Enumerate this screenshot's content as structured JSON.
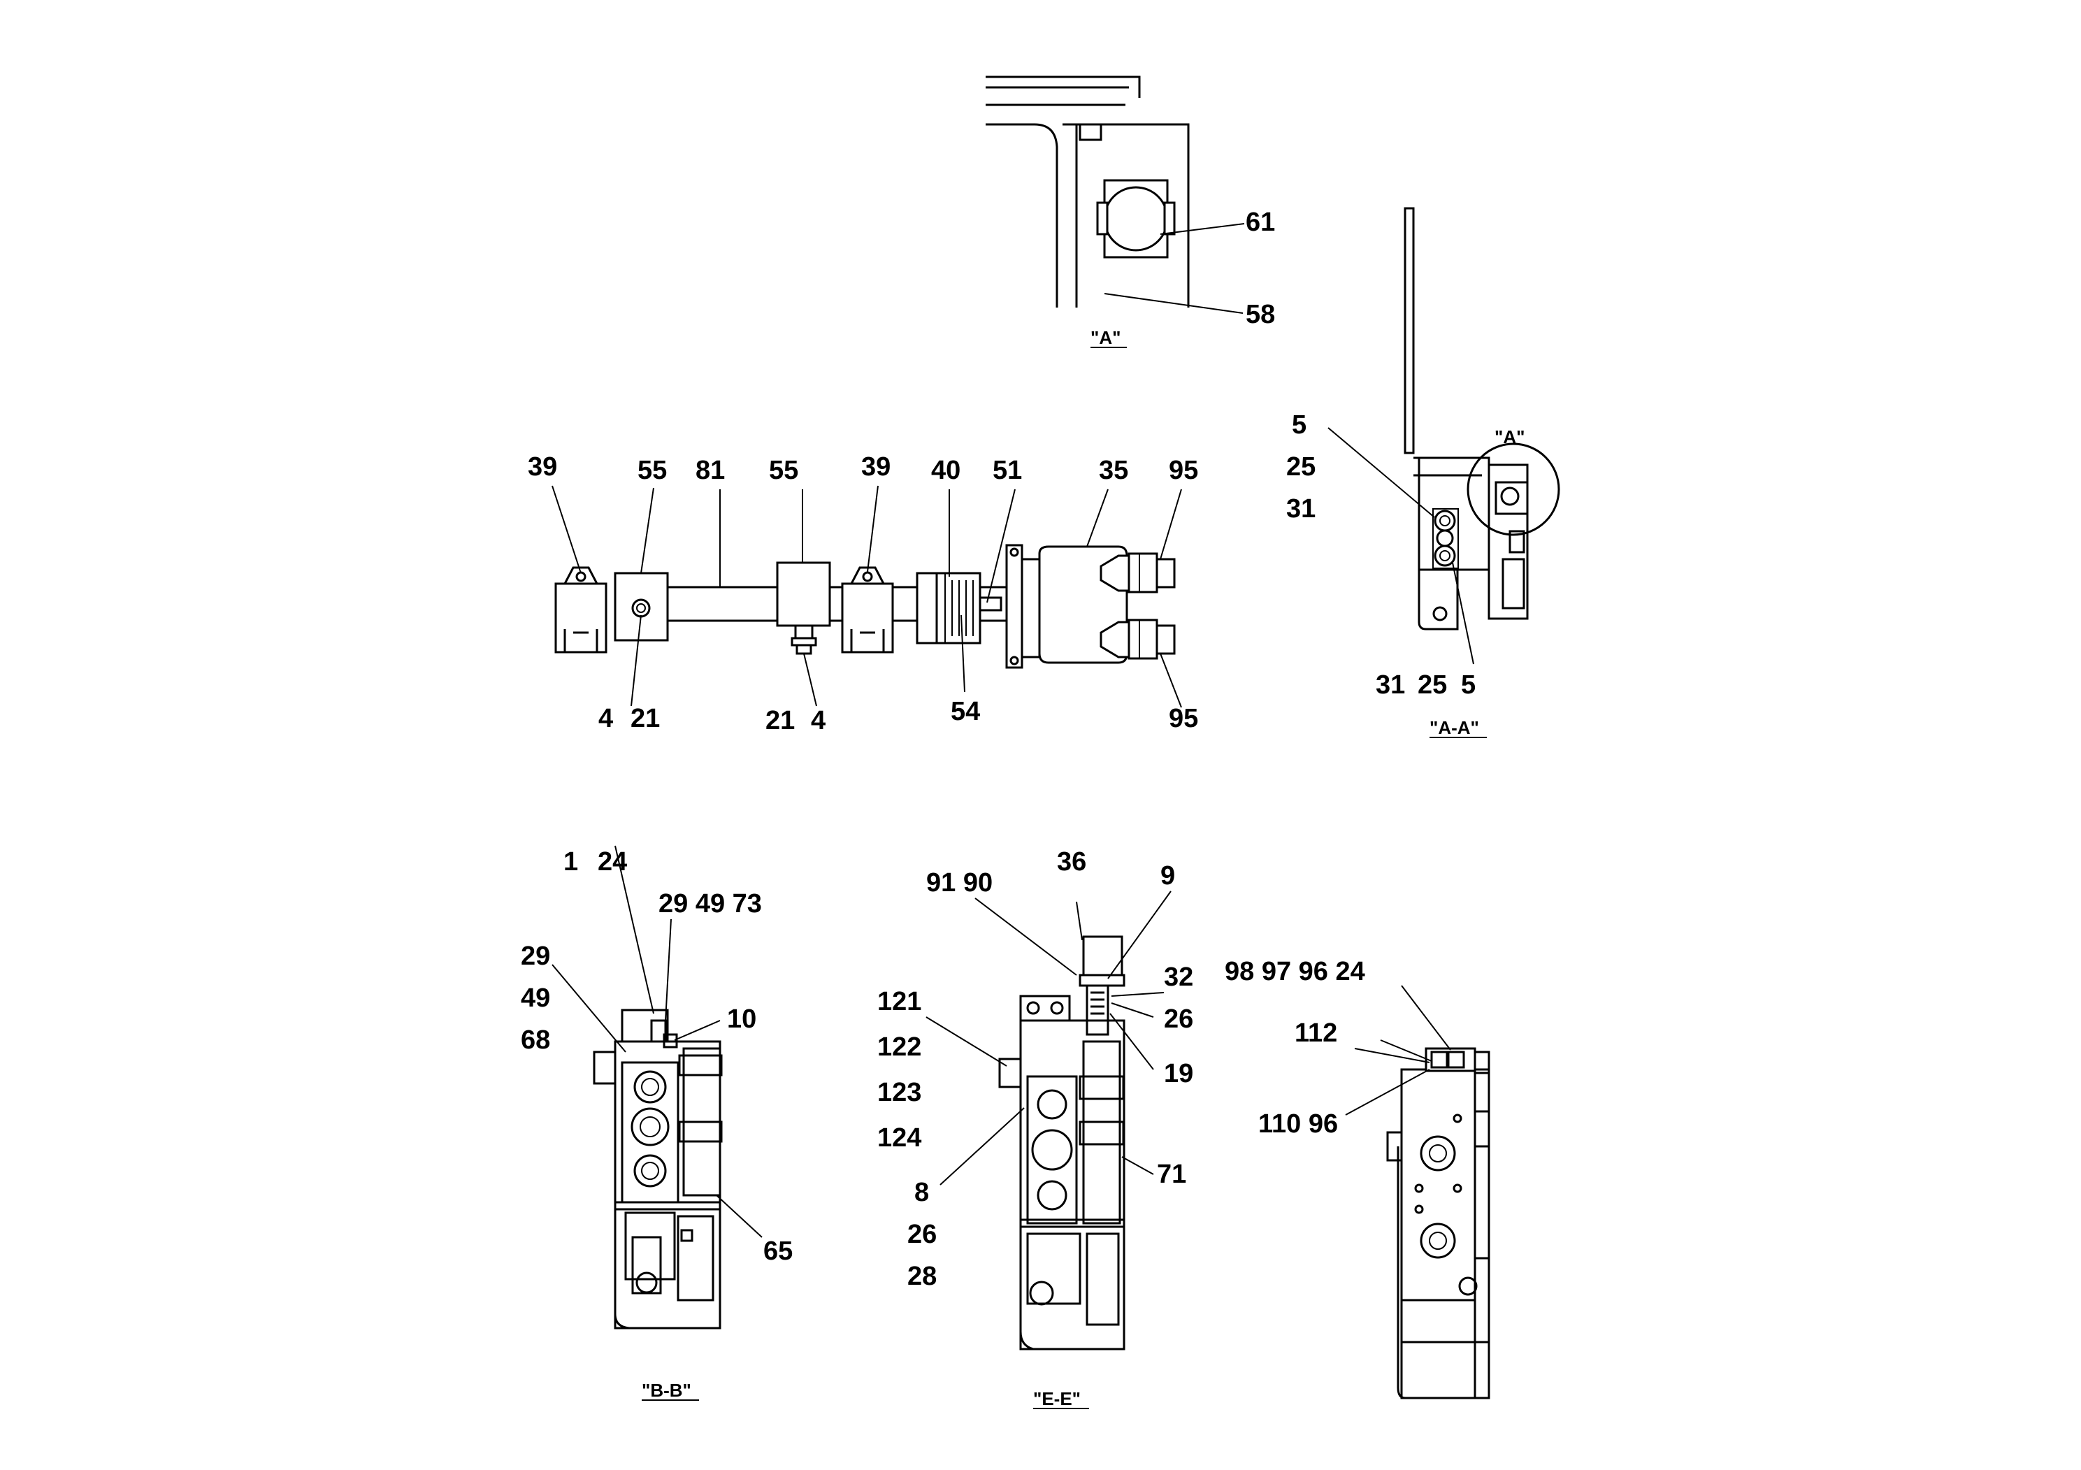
{
  "views": {
    "view_a": {
      "caption": "\"A\"",
      "labels": [
        "61",
        "58"
      ]
    },
    "view_aa": {
      "caption": "\"A-A\"",
      "detail_ref": "\"A\"",
      "labels": [
        "5",
        "25",
        "31",
        "31",
        "25",
        "5"
      ]
    },
    "assembly": {
      "labels": [
        "39",
        "55",
        "81",
        "55",
        "39",
        "40",
        "51",
        "35",
        "95",
        "4",
        "21",
        "21",
        "4",
        "54",
        "95"
      ]
    },
    "view_bb": {
      "caption": "\"B-B\"",
      "labels": [
        "1",
        "24",
        "29 49 73",
        "29",
        "49",
        "68",
        "10",
        "65"
      ]
    },
    "view_ee": {
      "caption": "\"E-E\"",
      "labels": [
        "91 90",
        "36",
        "9",
        "32",
        "26",
        "19",
        "121",
        "122",
        "123",
        "124",
        "8",
        "26",
        "28",
        "71"
      ]
    },
    "view_side": {
      "labels": [
        "98 97 96 24",
        "112",
        "110 96"
      ]
    }
  },
  "colors": {
    "line": "#000000",
    "background": "#ffffff"
  }
}
